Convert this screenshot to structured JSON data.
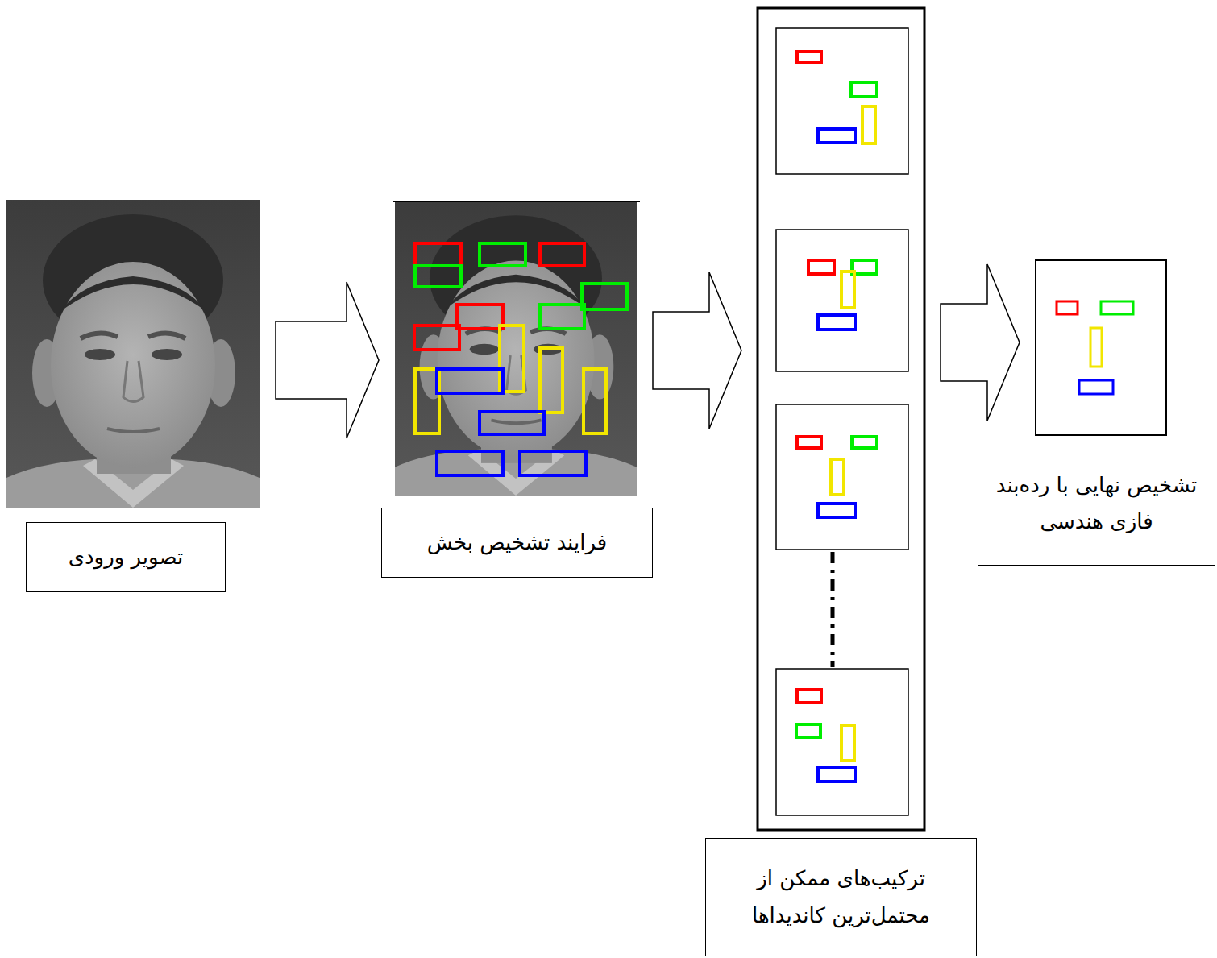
{
  "diagram": {
    "nodes": [
      {
        "text": [
          "تصویر ورودی"
        ]
      },
      {
        "text": [
          "فرایند تشخیص بخش"
        ]
      },
      {
        "text": [
          "ترکیب‌های ممکن از محتمل‌ترین کاندیداها"
        ]
      },
      {
        "text": [
          "تشخیص نهایی با رده‌بند فازی هندسی"
        ]
      }
    ],
    "edges": [
      {
        "from": 0,
        "to": 1,
        "arrow": "to"
      },
      {
        "from": 1,
        "to": 2,
        "arrow": "to"
      },
      {
        "from": 2,
        "to": 3,
        "arrow": "to"
      }
    ]
  }
}
